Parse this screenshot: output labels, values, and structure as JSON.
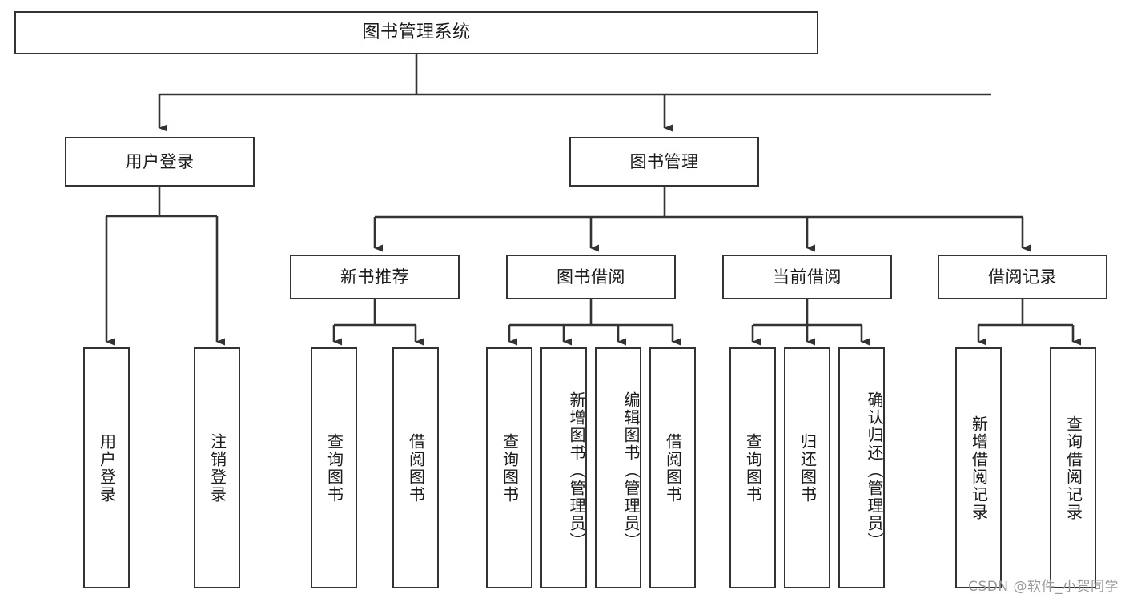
{
  "diagram": {
    "title": "图书管理系统",
    "type": "function-structure-tree",
    "watermark": "CSDN @软件_小贺同学",
    "colors": {
      "box_border": "#333333",
      "box_fill": "#ffffff",
      "edge": "#333333",
      "text": "#1b1b1b",
      "watermark": "#9a9a9a"
    },
    "root": {
      "label": "图书管理系统"
    },
    "level1": [
      {
        "label": "用户登录"
      },
      {
        "label": "图书管理"
      }
    ],
    "level2": [
      {
        "label": "新书推荐"
      },
      {
        "label": "图书借阅"
      },
      {
        "label": "当前借阅"
      },
      {
        "label": "借阅记录"
      }
    ],
    "leaves": {
      "user_login": [
        {
          "label": "用户登录"
        },
        {
          "label": "注销登录"
        }
      ],
      "new_book_recommend": [
        {
          "label": "查询图书"
        },
        {
          "label": "借阅图书"
        }
      ],
      "book_borrow": [
        {
          "label": "查询图书"
        },
        {
          "label": "新增图书（管理员）"
        },
        {
          "label": "编辑图书（管理员）"
        },
        {
          "label": "借阅图书"
        }
      ],
      "current_borrow": [
        {
          "label": "查询图书"
        },
        {
          "label": "归还图书"
        },
        {
          "label": "确认归还（管理员）"
        }
      ],
      "borrow_record": [
        {
          "label": "新增借阅记录"
        },
        {
          "label": "查询借阅记录"
        }
      ]
    }
  }
}
